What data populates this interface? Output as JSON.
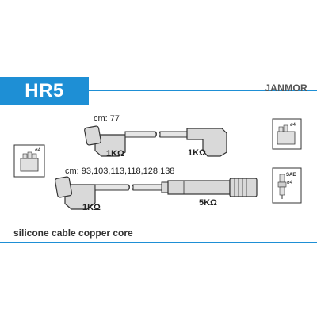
{
  "header": {
    "code": "HR5",
    "brand": "JANMOR"
  },
  "cables": {
    "top": {
      "lengths": "cm: 77",
      "left_res": "1KΩ",
      "right_res": "1KΩ"
    },
    "bottom": {
      "lengths": "cm: 93,103,113,118,128,138",
      "left_res": "1KΩ",
      "right_res": "5KΩ"
    }
  },
  "icons": {
    "left_distributor": {
      "name": "distributor-cap-icon",
      "count": "ø4"
    },
    "right_distributor": {
      "name": "distributor-cap-icon",
      "count": "ø4"
    },
    "spark_plug": {
      "name": "spark-plug-icon",
      "label": "SAE",
      "size": "ø4"
    }
  },
  "footer": {
    "text": "silicone cable copper core"
  }
}
